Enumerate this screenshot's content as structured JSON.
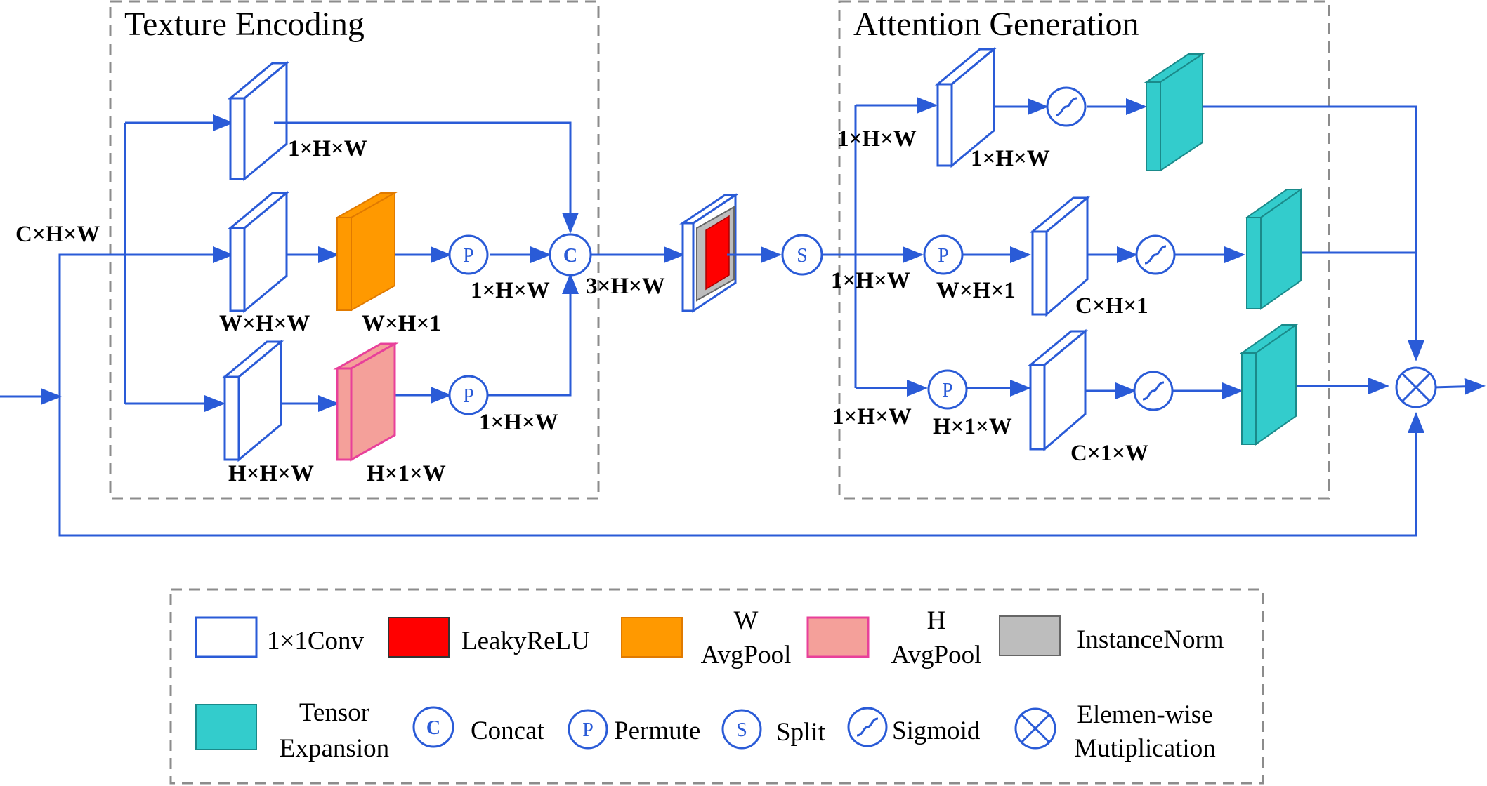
{
  "diagram": {
    "boxes": {
      "texture_encoding": "Texture Encoding",
      "attention_generation": "Attention Generation"
    },
    "dims": {
      "input": "C×H×W",
      "te_top_conv": "1×H×W",
      "te_mid_conv": "W×H×W",
      "te_mid_pool": "W×H×1",
      "te_mid_permute": "1×H×W",
      "te_bot_conv": "H×H×W",
      "te_bot_pool": "H×1×W",
      "te_bot_permute": "1×H×W",
      "concat_out": "3×H×W",
      "ag_top_in": "1×H×W",
      "ag_top_conv": "1×H×W",
      "ag_mid_in": "1×H×W",
      "ag_mid_permute": "W×H×1",
      "ag_mid_conv": "C×H×1",
      "ag_bot_in": "1×H×W",
      "ag_bot_permute": "H×1×W",
      "ag_bot_conv": "C×1×W"
    },
    "symbols": {
      "concat": "C",
      "permute": "P",
      "split": "S"
    },
    "colors": {
      "line": "#2a5bd7",
      "conv_fill": "#ffffff",
      "w_avgpool": "#ff9900",
      "h_avgpool": "#f4a09a",
      "h_avgpool_border": "#e8409a",
      "leakyrelu": "#ff0000",
      "instancenorm": "#bdbdbd",
      "tensor_expansion": "#33cccc",
      "dash": "#8c8c8c"
    }
  },
  "legend": {
    "conv": "1×1Conv",
    "leakyrelu": "LeakyReLU",
    "w_avgpool_1": "W",
    "w_avgpool_2": "AvgPool",
    "h_avgpool_1": "H",
    "h_avgpool_2": "AvgPool",
    "instancenorm": "InstanceNorm",
    "tensor_expansion_1": "Tensor",
    "tensor_expansion_2": "Expansion",
    "concat": "Concat",
    "permute": "Permute",
    "split": "Split",
    "sigmoid": "Sigmoid",
    "mult_1": "Elemen-wise",
    "mult_2": "Mutiplication"
  }
}
